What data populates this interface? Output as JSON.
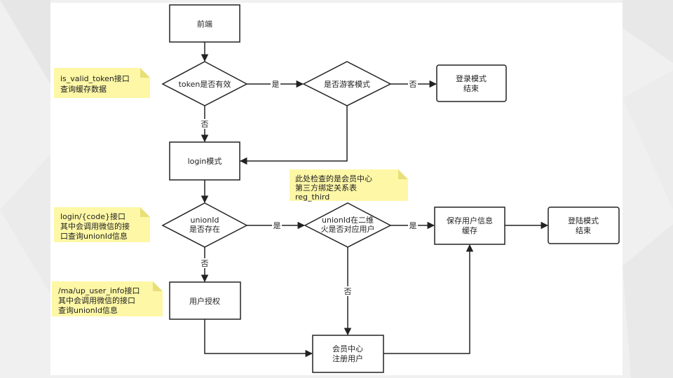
{
  "nodes": {
    "frontend": "前端",
    "token_valid": "token是否有效",
    "guest_mode": "是否游客模式",
    "login_mode_end": [
      "登录模式",
      "结束"
    ],
    "login_mode": "login模式",
    "unionid_exists": [
      "unionId",
      "是否存在"
    ],
    "unionid_mapped": [
      "unionId在二维",
      "火是否对应用户"
    ],
    "save_cache": [
      "保存用户信息",
      "缓存"
    ],
    "login_end": [
      "登陆模式",
      "结束"
    ],
    "user_auth": "用户授权",
    "member_register": [
      "会员中心",
      "注册用户"
    ]
  },
  "notes": {
    "token_note": [
      "is_valid_token接口",
      "查询缓存数据"
    ],
    "reg_note": [
      "此处检查的是会员中心",
      "第三方绑定关系表",
      "reg_third"
    ],
    "code_note": [
      "login/{code}接口",
      "其中会调用微信的接",
      "口查询unionId信息"
    ],
    "userinfo_note": [
      "/ma/up_user_info接口",
      "其中会调用微信的接口",
      "查询unionId信息"
    ]
  },
  "edge_labels": {
    "yes": "是",
    "no": "否"
  }
}
